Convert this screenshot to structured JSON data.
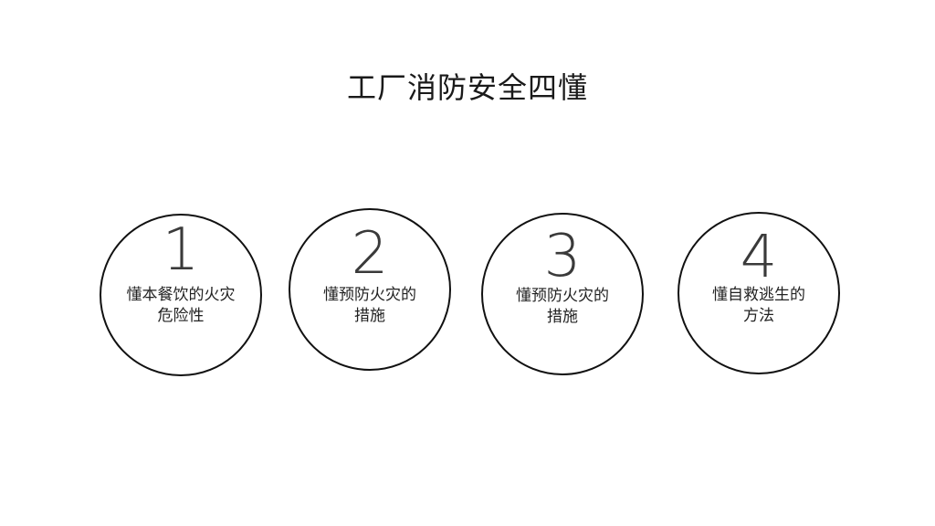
{
  "title": "工厂消防安全四懂",
  "items": [
    {
      "number": "1",
      "line1": "懂本餐饮的火灾",
      "line2": "危险性"
    },
    {
      "number": "2",
      "line1": "懂预防火灾的",
      "line2": "措施"
    },
    {
      "number": "3",
      "line1": "懂预防火灾的",
      "line2": "措施"
    },
    {
      "number": "4",
      "line1": "懂自救逃生的",
      "line2": "方法"
    }
  ]
}
